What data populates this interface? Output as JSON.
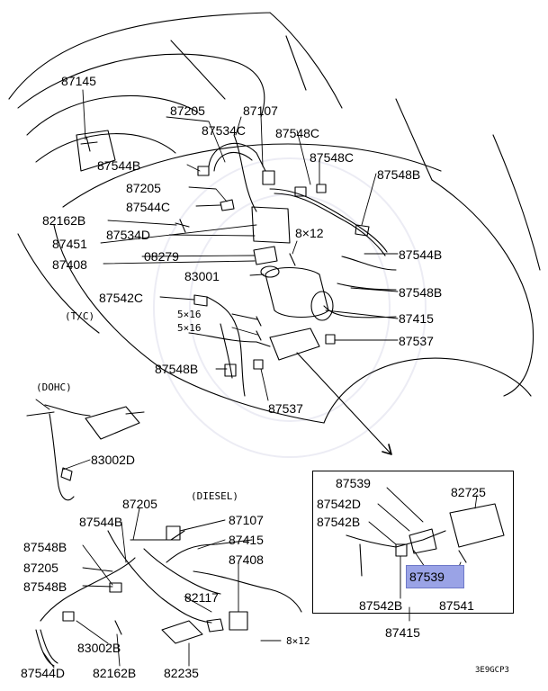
{
  "labels": {
    "l87145": "87145",
    "l87205a": "87205",
    "l87107a": "87107",
    "l87534c": "87534C",
    "l87548c1": "87548C",
    "l87548c2": "87548C",
    "l87544b1": "87544B",
    "l87548b1": "87548B",
    "l87205b": "87205",
    "l87544c": "87544C",
    "l82162b1": "82162B",
    "l87534d": "87534D",
    "l8x12a": "8×12",
    "l87451": "87451",
    "l87544b2": "87544B",
    "l08279": "08279",
    "l87408a": "87408",
    "l83001": "83001",
    "l87548b2": "87548B",
    "l87542c": "87542C",
    "l5x16a": "5×16",
    "l5x16b": "5×16",
    "lTC": "(T/C)",
    "l87415a": "87415",
    "l87537a": "87537",
    "l87548b3": "87548B",
    "l87537b": "87537",
    "lDOHC": "(DOHC)",
    "l83002d": "83002D",
    "l87205c": "87205",
    "lDIESEL": "(DIESEL)",
    "l87544b3": "87544B",
    "l87107b": "87107",
    "l87548b4": "87548B",
    "l87415b": "87415",
    "l87205d": "87205",
    "l87408b": "87408",
    "l87548b5": "87548B",
    "l82117": "82117",
    "l83002b": "83002B",
    "l8x12b": "8×12",
    "l87544d": "87544D",
    "l82162b2": "82162B",
    "l82235": "82235",
    "l87539a": "87539",
    "l82725": "82725",
    "l87542d": "87542D",
    "l87542b1": "87542B",
    "l87539b": "87539",
    "l87542b2": "87542B",
    "l87541": "87541",
    "l87415c": "87415",
    "code": "3E9GCP3"
  },
  "highlight_color": "#9aa3e6"
}
